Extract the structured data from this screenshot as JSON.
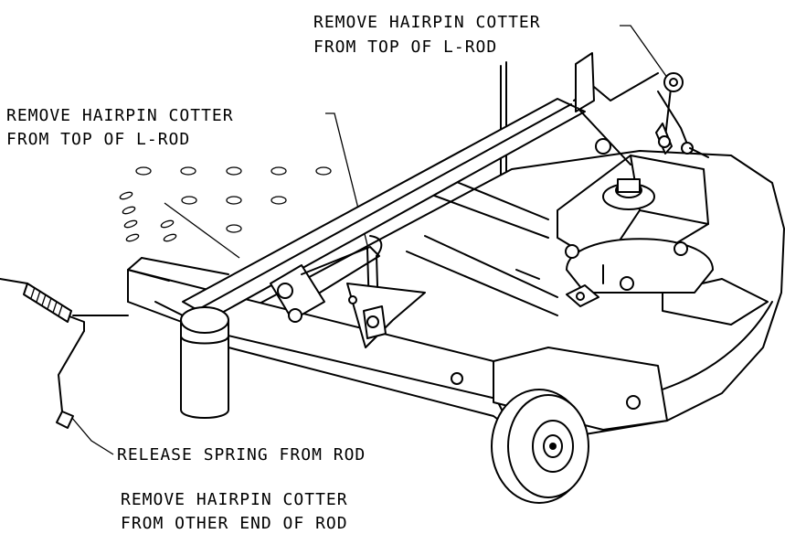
{
  "callouts": {
    "top_right": [
      "REMOVE HAIRPIN COTTER",
      "FROM TOP OF L-ROD"
    ],
    "left": [
      "REMOVE HAIRPIN COTTER",
      "FROM TOP OF L-ROD"
    ],
    "spring": [
      "RELEASE SPRING FROM ROD"
    ],
    "bottom": [
      "REMOVE HAIRPIN COTTER",
      "FROM OTHER END OF ROD"
    ]
  }
}
